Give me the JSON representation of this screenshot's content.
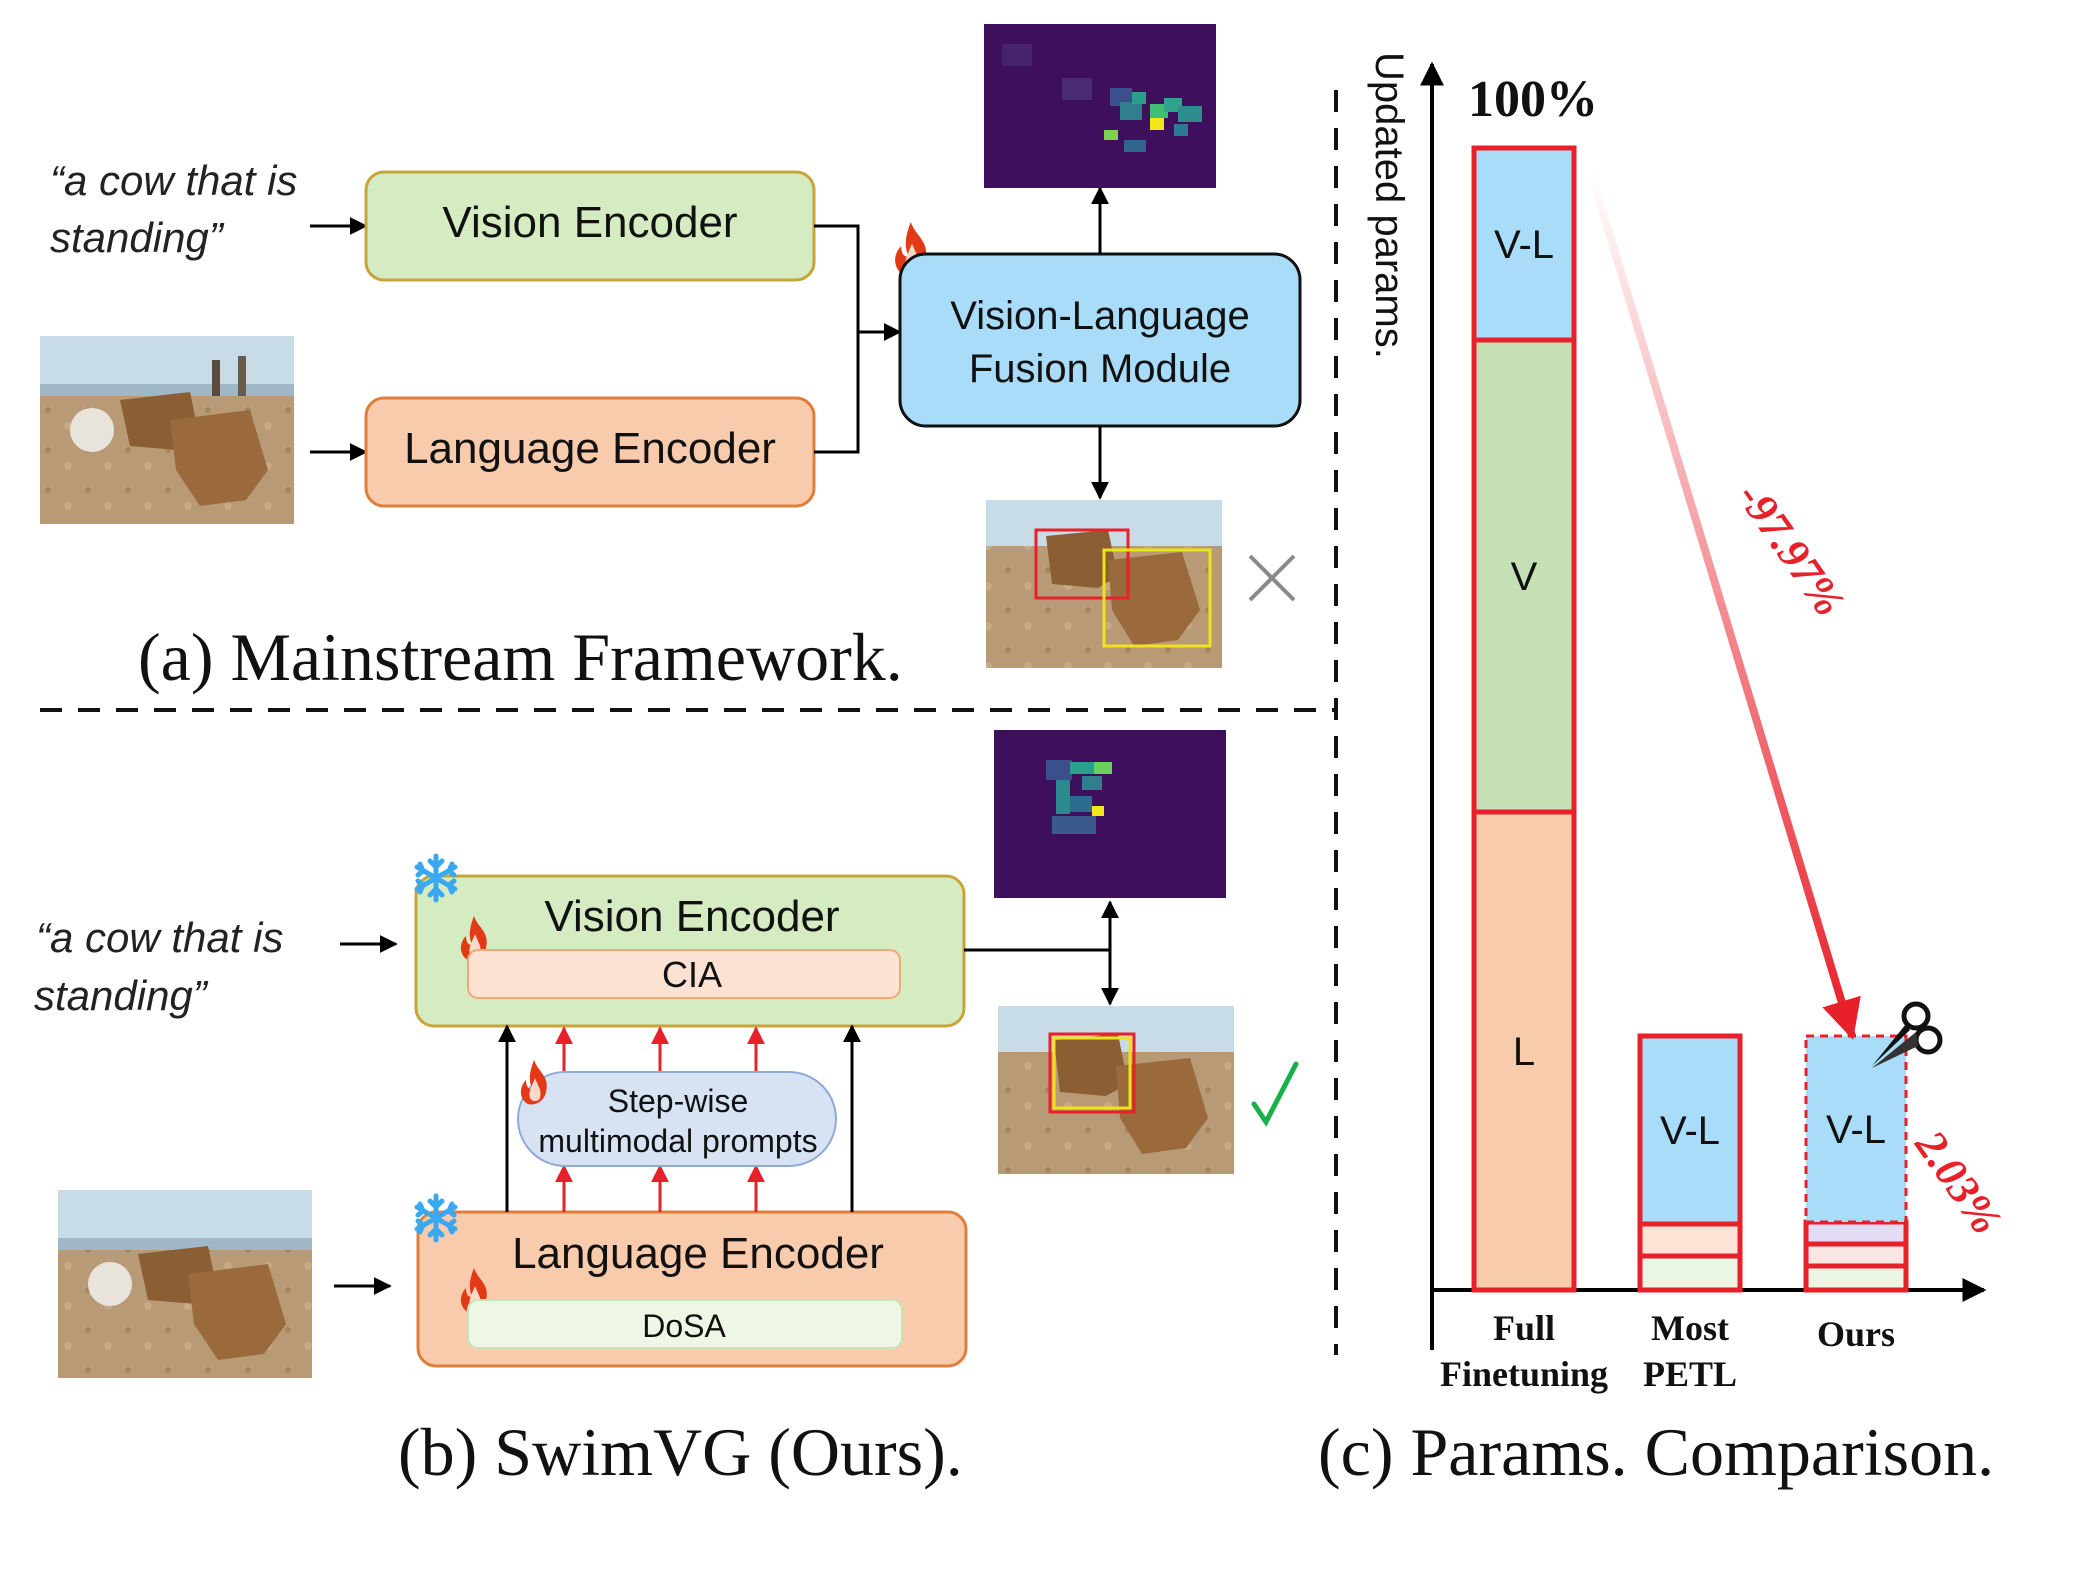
{
  "panel_a": {
    "query_line1": "“a cow that is",
    "query_line2": "standing”",
    "vision_encoder": "Vision Encoder",
    "language_encoder": "Language Encoder",
    "fusion_line1": "Vision-Language",
    "fusion_line2": "Fusion Module",
    "caption": "(a) Mainstream Framework."
  },
  "panel_b": {
    "query_line1": "“a cow that is",
    "query_line2": "standing”",
    "vision_encoder": "Vision Encoder",
    "cia": "CIA",
    "prompts_line1": "Step-wise",
    "prompts_line2": "multimodal prompts",
    "language_encoder": "Language Encoder",
    "dosa": "DoSA",
    "caption": "(b) SwimVG (Ours)."
  },
  "panel_c": {
    "caption": "(c) Params. Comparison.",
    "reduction_label": "-97.97%",
    "ours_label": "2.03%"
  },
  "chart_data": {
    "type": "bar",
    "title": "",
    "ylabel": "Updated params.",
    "top_label": "100%",
    "categories": [
      [
        "Full",
        "Finetuning"
      ],
      [
        "Most",
        "PETL"
      ],
      [
        "Ours"
      ]
    ],
    "stacks": [
      [
        {
          "label": "L",
          "color": "#f8cbad"
        },
        {
          "label": "V",
          "color": "#c5e0b4"
        },
        {
          "label": "V-L",
          "color": "#a9dcf8"
        }
      ],
      [
        {
          "label": "",
          "color": "#eaf5e3"
        },
        {
          "label": "",
          "color": "#fde3d6"
        },
        {
          "label": "V-L",
          "color": "#a9dcf8"
        }
      ],
      [
        {
          "label": "",
          "color": "#eaf5e3"
        },
        {
          "label": "",
          "color": "#fbe6e6"
        },
        {
          "label": "",
          "color": "#e4dcf2"
        },
        {
          "label": "V-L",
          "color": "#a9dcf8"
        }
      ]
    ],
    "annotations": [
      "-97.97%",
      "2.03%"
    ]
  },
  "colors": {
    "vision_fill": "#d5ebc1",
    "vision_border": "#c8a53a",
    "language_fill": "#f8cbad",
    "language_border": "#e07e3c",
    "fusion_fill": "#a9dcf8",
    "accent_red": "#e8202a",
    "check_green": "#19b04b"
  }
}
